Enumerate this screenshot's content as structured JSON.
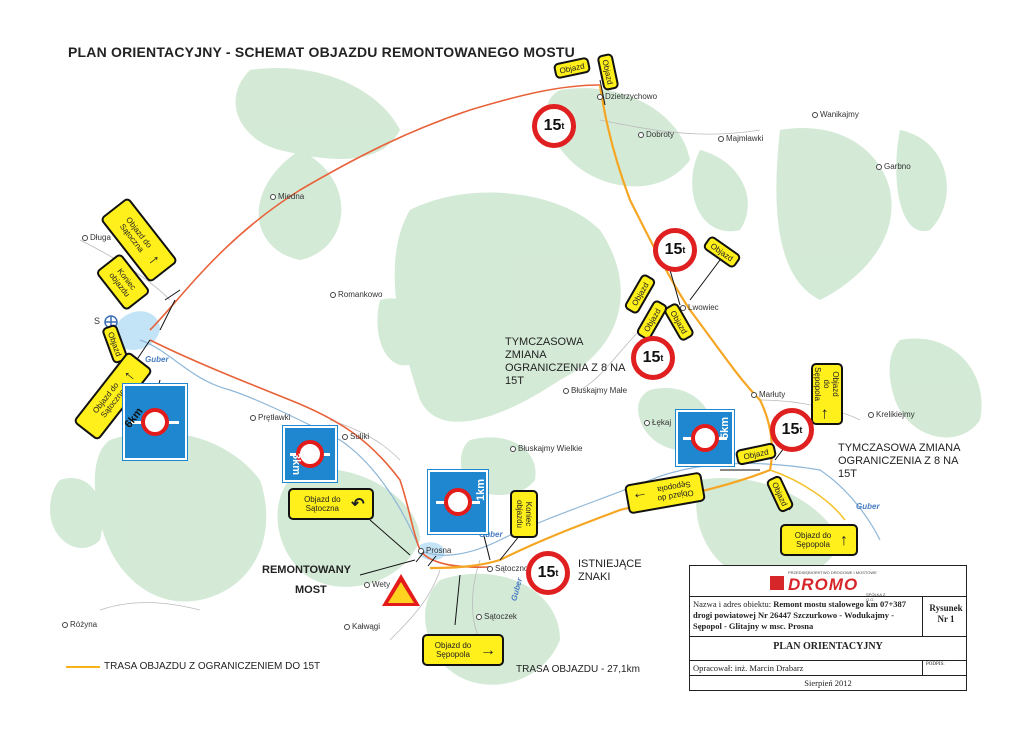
{
  "title": "PLAN ORIENTACYJNY - SCHEMAT OBJAZDU REMONTOWANEGO MOSTU",
  "towns": {
    "dzietrzychowo": "Dzietrzychowo",
    "dobroty": "Dobroty",
    "majmlawki": "Majmławki",
    "wanikajmy": "Wanikajmy",
    "garbno": "Garbno",
    "miedna": "Miedna",
    "dluga": "Długa",
    "romankowo": "Romankowo",
    "lwowiec": "Lwowiec",
    "bluskajmy_male": "Błuskajmy Małe",
    "marluty": "Marłuty",
    "krelikiejmy": "Krelikiejmy",
    "lekaj": "Łękaj",
    "bluskajmy_wielkie": "Błuskajmy Wielkie",
    "pretlawki": "Prętławki",
    "suliki": "Suliki",
    "prosna": "Prosna",
    "wety": "Wety",
    "satoczno": "Sątoczno",
    "satoczek": "Sątoczek",
    "rozyna": "Różyna",
    "katwagi": "Kałwągi",
    "s_label": "S"
  },
  "rivers": {
    "guber_1": "Guber",
    "guber_2": "Guber",
    "guber_3": "Guber",
    "guber_4": "Guber"
  },
  "signs": {
    "objazd": "Objazd",
    "do_satoczna": "Objazd do Sątoczna",
    "do_satoczna_u": "Objazd do Sątoczna",
    "do_sepopola": "Objazd do Sępopola",
    "koniec_objazdu": "Koniec objazdu",
    "limit_value": "15",
    "limit_unit": "t"
  },
  "distances": {
    "d6": "6km",
    "d3": "3km",
    "d1": "1km",
    "d5": "5km"
  },
  "notes": {
    "tymczasowa_1": "TYMCZASOWA ZMIANA OGRANICZENIA Z 8 NA 15T",
    "tymczasowa_2": "TYMCZASOWA ZMIANA OGRANICZENIA Z 8 NA 15T",
    "istniejace": "ISTNIEJĄCE ZNAKI",
    "remontowany": "REMONTOWANY",
    "most": "MOST"
  },
  "legend": {
    "yellow_route": "TRASA OBJAZDU Z OGRANICZENIEM DO 15T",
    "detour_length": "TRASA OBJAZDU - 27,1km"
  },
  "infobox": {
    "company_tag": "PRZEDSIĘBIORSTWO DROGOWE I MOSTOWE",
    "company": "DROMO",
    "company_sub": "SPÓŁKA Z O.O.",
    "name_label": "Nazwa i adres obiektu:",
    "name_value": "Remont mostu stalowego km 07+387 drogi powiatowej Nr 26447 Szczurkowo - Wodukajmy - Sępopol - Glitajny w msc. Prosna",
    "drawing_label": "Rysunek",
    "drawing_no": "Nr 1",
    "plan_title": "PLAN ORIENTACYJNY",
    "author": "Opracował: inż. Marcin Drabarz",
    "signature": "PODPIS:",
    "date": "Sierpień 2012"
  },
  "colors": {
    "orange_route": "#f5a623",
    "red_route": "#e8623a",
    "forest": "#cfe8d2",
    "sign_yellow": "#ffef1a",
    "sign_blue": "#1f87cf",
    "limit_red": "#e02020"
  }
}
